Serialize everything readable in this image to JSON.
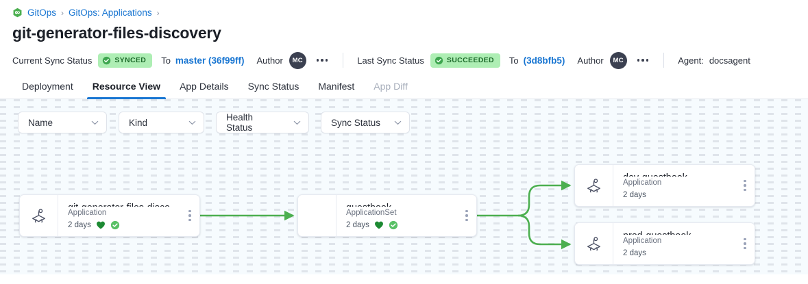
{
  "breadcrumb": {
    "icon": "gitops-hex-icon",
    "items": [
      {
        "label": "GitOps",
        "link": true
      },
      {
        "label": "GitOps: Applications",
        "link": true
      }
    ],
    "separator": "›"
  },
  "page_title": "git-generator-files-discovery",
  "status_bar": {
    "current": {
      "label": "Current Sync Status",
      "badge": "SYNCED",
      "badge_color": "#aeeeb4",
      "badge_text_color": "#1d6b2b",
      "to_word": "To",
      "revision": "master (36f99ff)",
      "author_label": "Author",
      "author_initials": "MC",
      "menu": "•••"
    },
    "last": {
      "label": "Last Sync Status",
      "badge": "SUCCEEDED",
      "badge_color": "#aeeeb4",
      "badge_text_color": "#1d6b2b",
      "to_word": "To",
      "revision": "(3d8bfb5)",
      "author_label": "Author",
      "author_initials": "MC",
      "menu": "•••"
    },
    "agent": {
      "label": "Agent:",
      "value": "docsagent"
    }
  },
  "tabs": [
    {
      "label": "Deployment",
      "active": false,
      "disabled": false
    },
    {
      "label": "Resource View",
      "active": true,
      "disabled": false
    },
    {
      "label": "App Details",
      "active": false,
      "disabled": false
    },
    {
      "label": "Sync Status",
      "active": false,
      "disabled": false
    },
    {
      "label": "Manifest",
      "active": false,
      "disabled": false
    },
    {
      "label": "App Diff",
      "active": false,
      "disabled": true
    }
  ],
  "filters": [
    {
      "label": "Name",
      "name": "filter-name"
    },
    {
      "label": "Kind",
      "name": "filter-kind"
    },
    {
      "label": "Health Status",
      "name": "filter-health"
    },
    {
      "label": "Sync Status",
      "name": "filter-sync"
    }
  ],
  "graph": {
    "edge_color": "#4caf50",
    "nodes": [
      {
        "id": "root",
        "title": "git-generator-files-disco…",
        "kind": "Application",
        "age": "2 days",
        "icon": "argo-squid-icon",
        "has_icon": true,
        "health": "healthy",
        "sync": "synced",
        "show_badges": true
      },
      {
        "id": "appset",
        "title": "guestbook",
        "kind": "ApplicationSet",
        "age": "2 days",
        "icon": "",
        "has_icon": false,
        "health": "healthy",
        "sync": "synced",
        "show_badges": true
      },
      {
        "id": "dev",
        "title": "dev-guestbook",
        "kind": "Application",
        "age": "2 days",
        "icon": "argo-squid-icon",
        "has_icon": true,
        "health": "",
        "sync": "",
        "show_badges": false
      },
      {
        "id": "prod",
        "title": "prod-guestbook",
        "kind": "Application",
        "age": "2 days",
        "icon": "argo-squid-icon",
        "has_icon": true,
        "health": "",
        "sync": "",
        "show_badges": false
      }
    ]
  },
  "colors": {
    "accent_blue": "#1976d2",
    "green": "#4caf50",
    "health_green": "#1d8a33",
    "canvas_bg": "#f6fbfe"
  }
}
